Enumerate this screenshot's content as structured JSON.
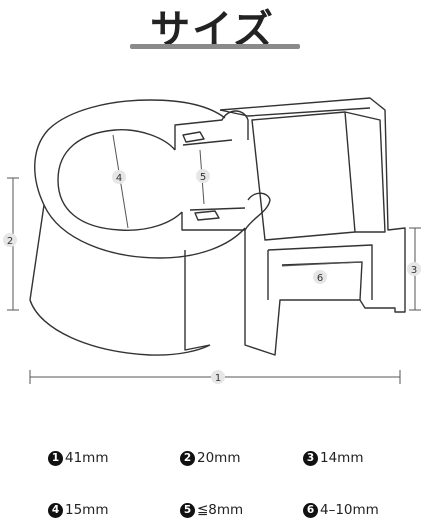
{
  "title": "サイズ",
  "labels": [
    "1",
    "2",
    "3",
    "4",
    "5",
    "6"
  ],
  "specs": [
    {
      "num": "1",
      "text": "41mm"
    },
    {
      "num": "2",
      "text": "20mm"
    },
    {
      "num": "3",
      "text": "14mm"
    },
    {
      "num": "4",
      "text": "15mm"
    },
    {
      "num": "5",
      "text": "≦8mm"
    },
    {
      "num": "6",
      "text": "4–10mm"
    }
  ]
}
